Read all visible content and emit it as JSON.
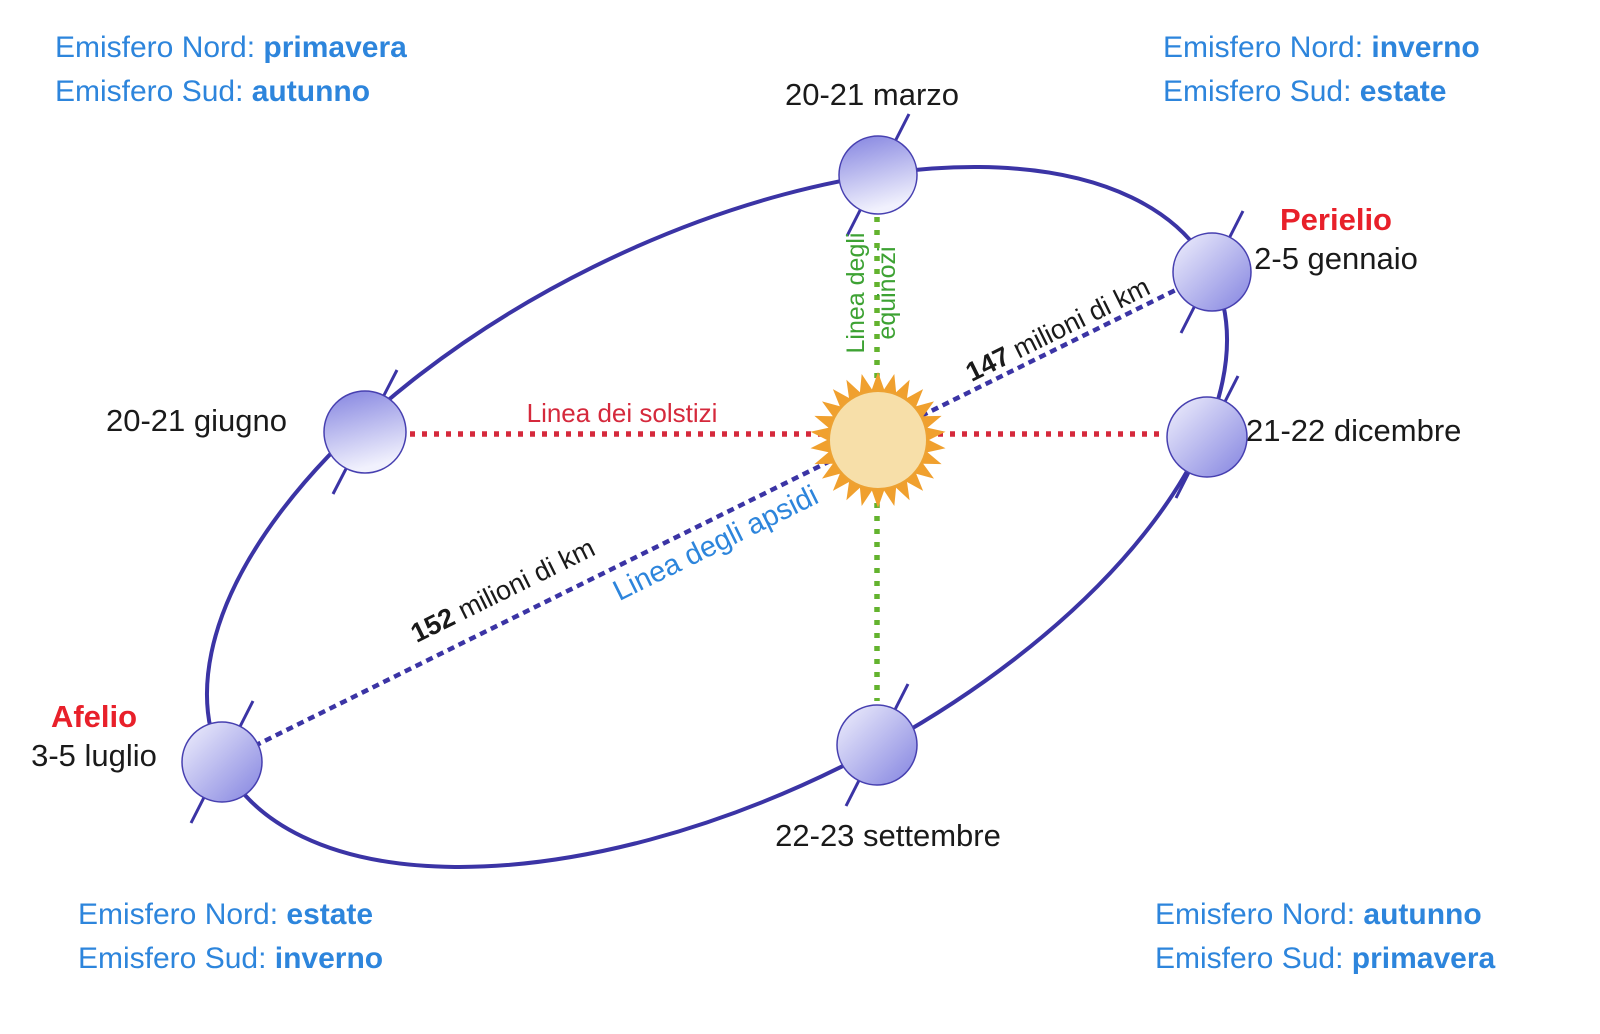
{
  "colors": {
    "blue_text": "#2d85dc",
    "red_label": "#e8202a",
    "red_line": "#d5293c",
    "green_line": "#63b32e",
    "green_text": "#3da233",
    "orbit": "#3b34a5",
    "sun_ray": "#f0a02e",
    "sun_core": "#f7dfa9",
    "earth_dark": "#8383e0",
    "earth_light": "#f1f1fd"
  },
  "seasons": {
    "top_left": {
      "l1_label": "Emisfero Nord: ",
      "l1_value": "primavera",
      "l2_label": "Emisfero Sud: ",
      "l2_value": "autunno"
    },
    "top_right": {
      "l1_label": "Emisfero Nord: ",
      "l1_value": "inverno",
      "l2_label": "Emisfero Sud: ",
      "l2_value": "estate"
    },
    "bottom_left": {
      "l1_label": "Emisfero Nord: ",
      "l1_value": "estate",
      "l2_label": "Emisfero Sud: ",
      "l2_value": "inverno"
    },
    "bottom_right": {
      "l1_label": "Emisfero Nord: ",
      "l1_value": "autunno",
      "l2_label": "Emisfero Sud: ",
      "l2_value": "primavera"
    }
  },
  "orbit_points": {
    "march_date": "20-21 marzo",
    "june_date": "20-21 giugno",
    "september_date": "22-23 settembre",
    "december_date": "21-22 dicembre",
    "perihelion_name": "Perielio",
    "perihelion_date": "2-5 gennaio",
    "aphelion_name": "Afelio",
    "aphelion_date": "3-5 luglio"
  },
  "lines": {
    "solstices": "Linea dei solstizi",
    "equinoxes_line1": "Linea degli",
    "equinoxes_line2": "equinozi",
    "apsides": "Linea degli apsidi"
  },
  "distances": {
    "aphelion_value": "152",
    "aphelion_unit": " milioni di km",
    "perihelion_value": "147",
    "perihelion_unit": " milioni di km"
  }
}
